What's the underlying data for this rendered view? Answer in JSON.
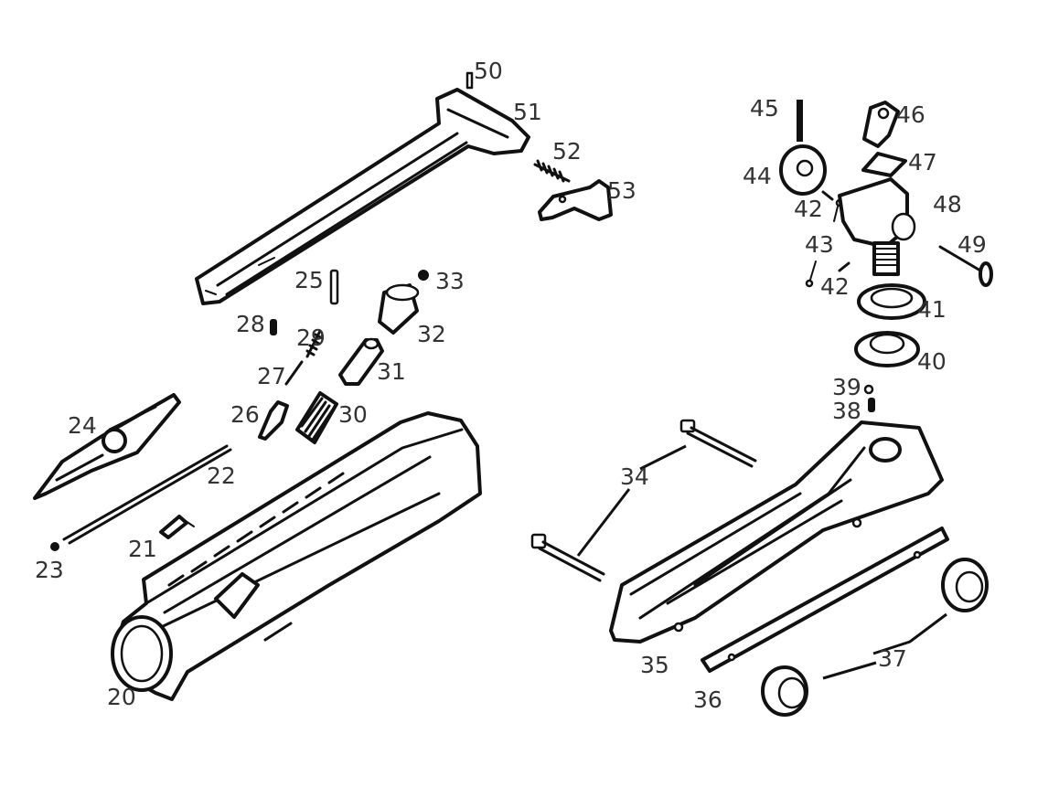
{
  "labels": {
    "p20": "20",
    "p21": "21",
    "p22": "22",
    "p23": "23",
    "p24": "24",
    "p25": "25",
    "p26": "26",
    "p27": "27",
    "p28": "28",
    "p29": "29",
    "p30": "30",
    "p31": "31",
    "p32": "32",
    "p33": "33",
    "p34": "34",
    "p35": "35",
    "p36": "36",
    "p37": "37",
    "p38": "38",
    "p39": "39",
    "p40": "40",
    "p41": "41",
    "p42a": "42",
    "p42b": "42",
    "p43": "43",
    "p44": "44",
    "p45": "45",
    "p46": "46",
    "p47": "47",
    "p48": "48",
    "p49": "49",
    "p50": "50",
    "p51": "51",
    "p52": "52",
    "p53": "53"
  }
}
